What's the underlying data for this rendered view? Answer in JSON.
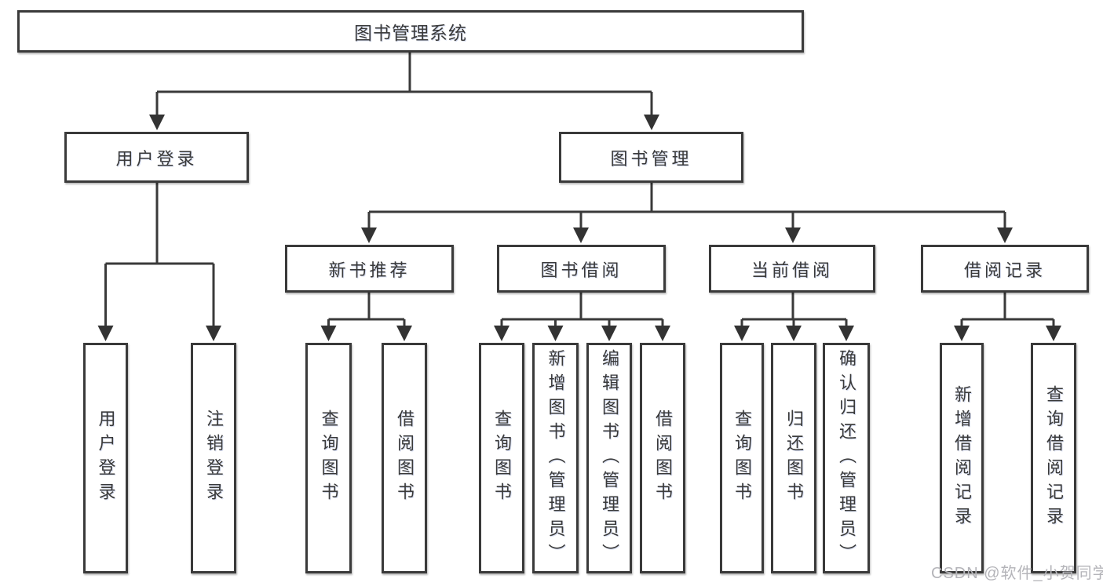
{
  "colors": {
    "line": "#3a3a3a",
    "text": "#3a3a3a",
    "watermark": "#b4b4b9",
    "bg": "#ffffff"
  },
  "watermark": {
    "text": "CSDN @软件_小贺同学"
  },
  "tree": {
    "root": {
      "label": "图书管理系统",
      "children": [
        {
          "label": "用户登录",
          "children": [
            {
              "label": "用户登录"
            },
            {
              "label": "注销登录"
            }
          ]
        },
        {
          "label": "图书管理",
          "children": [
            {
              "label": "新书推荐",
              "children": [
                {
                  "label": "查询图书"
                },
                {
                  "label": "借阅图书"
                }
              ]
            },
            {
              "label": "图书借阅",
              "children": [
                {
                  "label": "查询图书"
                },
                {
                  "label": "新增图书（管理员）"
                },
                {
                  "label": "编辑图书（管理员）"
                },
                {
                  "label": "借阅图书"
                }
              ]
            },
            {
              "label": "当前借阅",
              "children": [
                {
                  "label": "查询图书"
                },
                {
                  "label": "归还图书"
                },
                {
                  "label": "确认归还（管理员）"
                }
              ]
            },
            {
              "label": "借阅记录",
              "children": [
                {
                  "label": "新增借阅记录"
                },
                {
                  "label": "查询借阅记录"
                }
              ]
            }
          ]
        }
      ]
    }
  }
}
